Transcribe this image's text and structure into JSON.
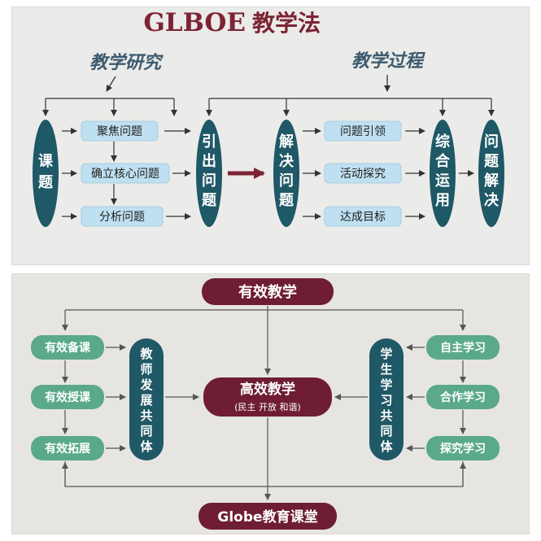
{
  "top": {
    "title_en": "GLBOE",
    "title_cn": "教学法",
    "section_research": "教学研究",
    "section_process": "教学过程",
    "topic": "课题",
    "research_steps": [
      "聚焦问题",
      "确立核心问题",
      "分析问题"
    ],
    "raise": "引出问题",
    "solve": "解决问题",
    "process_steps": [
      "问题引领",
      "活动探究",
      "达成目标"
    ],
    "apply": "综合运用",
    "resolve": "问题解决"
  },
  "bottom": {
    "top_node": "有效教学",
    "left_nodes": [
      "有效备课",
      "有效授课",
      "有效拓展"
    ],
    "teacher_group": "教师发展共同体",
    "center_title": "高效教学",
    "center_sub": "(民主 开放 和谐)",
    "student_group": "学生学习共同体",
    "right_nodes": [
      "自主学习",
      "合作学习",
      "探究学习"
    ],
    "bottom_node": "Globe教育课堂"
  },
  "colors": {
    "teal_dark": "#1f5866",
    "light_blue": "#bfe0f1",
    "maroon": "#6e1d33",
    "green_box": "#5aa98a",
    "title_red": "#7d2434",
    "hand_text": "#3d5a6e"
  }
}
